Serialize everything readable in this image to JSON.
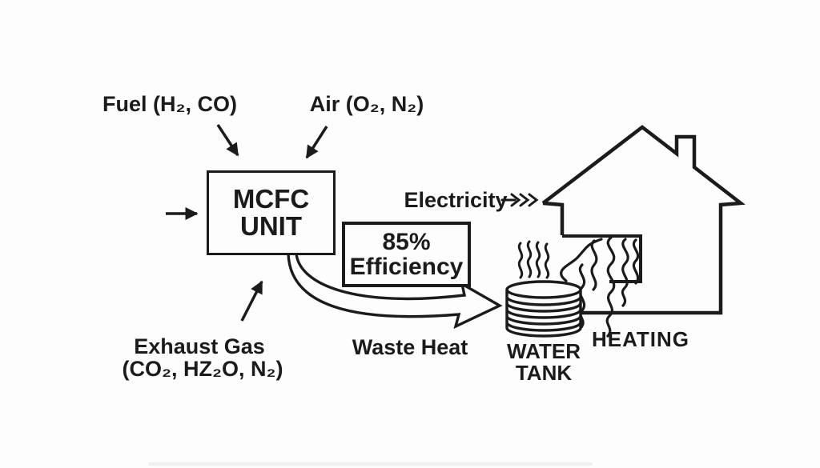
{
  "colors": {
    "ink": "#1b1b1b",
    "background": "#fdfdfd"
  },
  "nodes": {
    "mcfc_unit": {
      "line1": "MCFC",
      "line2": "UNIT"
    },
    "efficiency_box": {
      "line1": "85%",
      "line2": "Efficiency"
    },
    "water_tank": {
      "label_line1": "WATER",
      "label_line2": "TANK"
    },
    "house": {
      "heating_label": "HEATING"
    }
  },
  "labels": {
    "fuel": "Fuel (H₂, CO)",
    "air": "Air (O₂, N₂)",
    "electricity": "Electricity",
    "waste_heat": "Waste Heat",
    "exhaust_gas_line1": "Exhaust Gas",
    "exhaust_gas_line2": "(CO₂, HZ₂O, N₂)"
  },
  "shapes": {
    "fuel_arrow": "solid-arrow-down-right",
    "air_arrow": "solid-arrow-down-left",
    "input_arrow": "solid-arrow-right",
    "electricity_arrow": "triple-chevron-arrow-right",
    "exhaust_arrow": "solid-arrow-up-right",
    "waste_heat_arrow": "hollow-curved-arrow-right",
    "house": "house-outline-with-chimney",
    "water_tank": "stacked-disc-cylinder",
    "radiator": "heat-panel-with-wavy-lines",
    "steam": "wavy-heat-lines"
  }
}
